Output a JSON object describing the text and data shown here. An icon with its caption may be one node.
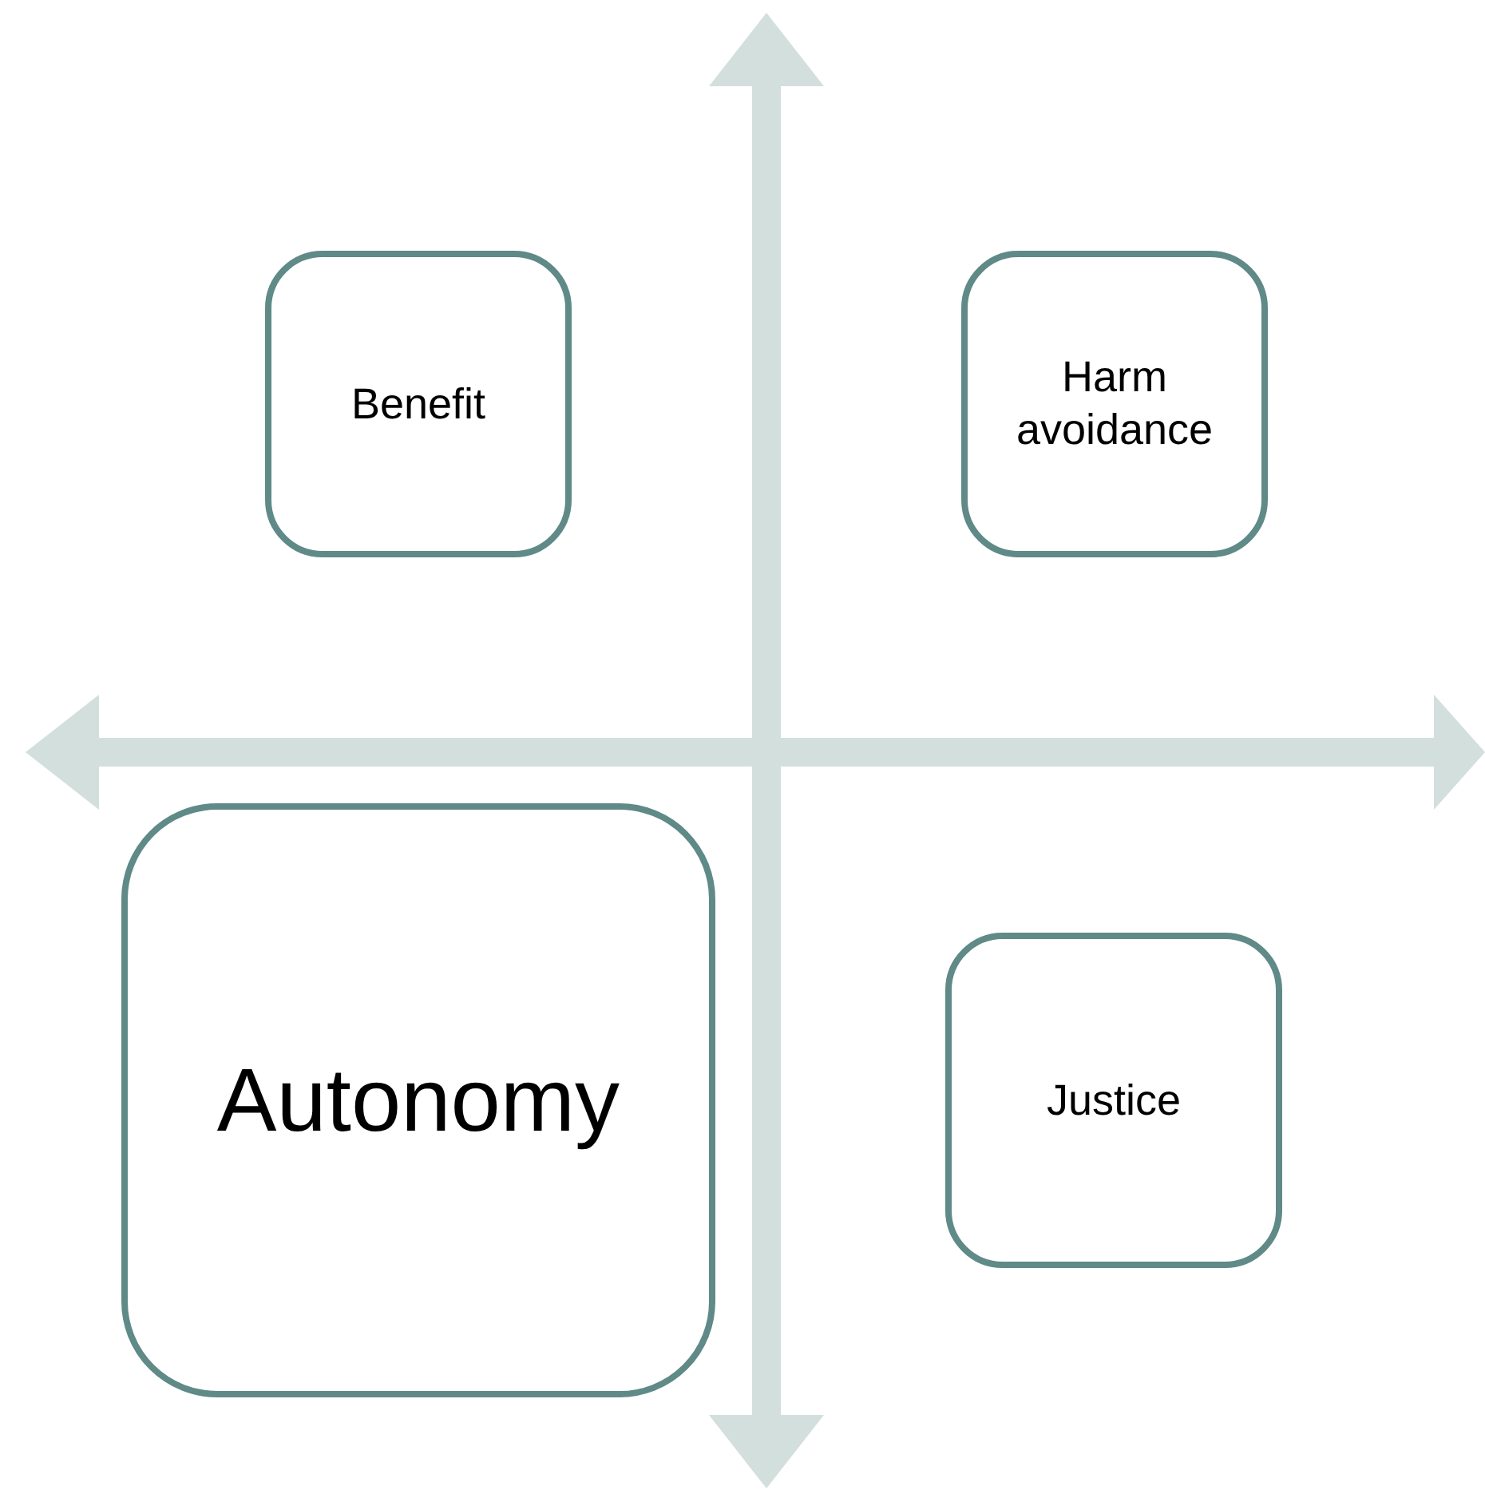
{
  "diagram": {
    "nodes": [
      {
        "text": [
          "Benefit"
        ]
      },
      {
        "text": [
          "Harm avoidance"
        ]
      },
      {
        "text": [
          "Autonomy"
        ]
      },
      {
        "text": [
          "Justice"
        ]
      }
    ]
  }
}
